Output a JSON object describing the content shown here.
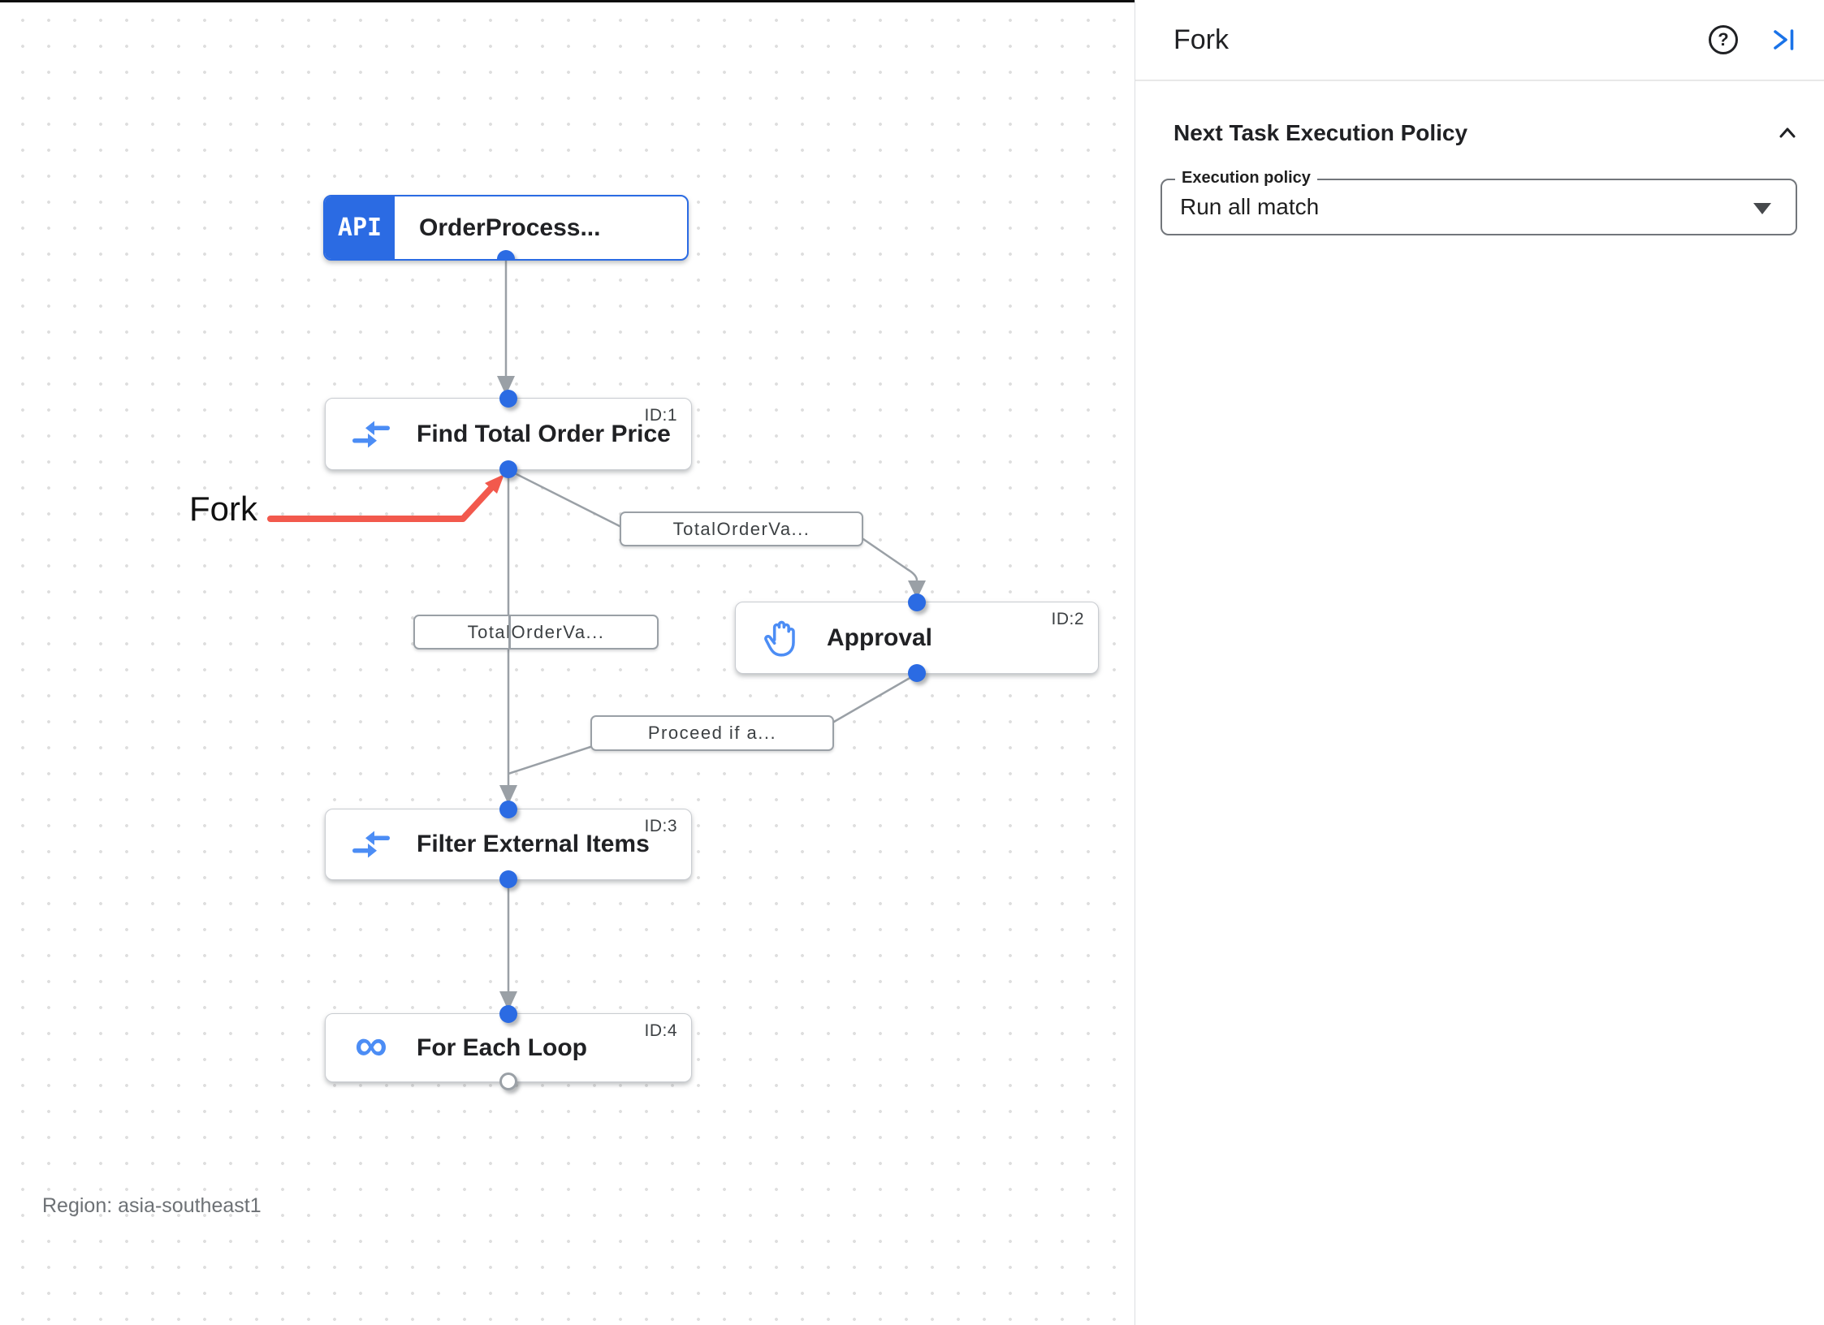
{
  "colors": {
    "accent-blue": "#2B6BE3",
    "icon-blue": "#4C8DF5",
    "edge-gray": "#9AA0A6",
    "annotation-red": "#F2594D",
    "panel-icon-blue": "#1A73E8"
  },
  "canvas": {
    "region_label": "Region: asia-southeast1",
    "annotation_label": "Fork",
    "nodes": {
      "trigger": {
        "badge": "API",
        "title": "OrderProcess..."
      },
      "find_total": {
        "id": "ID:1",
        "title": "Find Total Order Price"
      },
      "approval": {
        "id": "ID:2",
        "title": "Approval"
      },
      "filter_items": {
        "id": "ID:3",
        "title": "Filter External Items"
      },
      "for_each": {
        "id": "ID:4",
        "title": "For Each Loop",
        "icon_glyph": "∞"
      }
    },
    "edge_labels": {
      "fork_right": "TotalOrderVa...",
      "fork_down": "TotalOrderVa...",
      "proceed": "Proceed if a..."
    }
  },
  "panel": {
    "title": "Fork",
    "help_glyph": "?",
    "section": {
      "heading": "Next Task Execution Policy",
      "field_label": "Execution policy",
      "field_value": "Run all match"
    }
  }
}
